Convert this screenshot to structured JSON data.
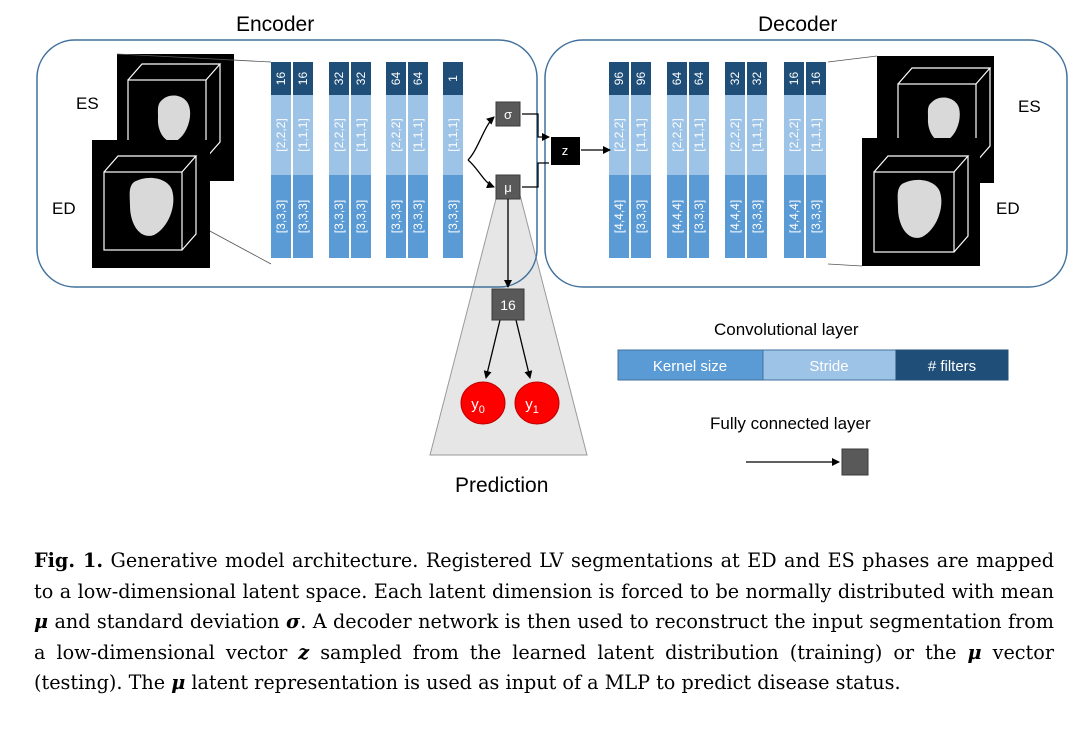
{
  "encoder": {
    "title": "Encoder",
    "input_labels": [
      "ES",
      "ED"
    ],
    "blocks": [
      {
        "filters": [
          "16",
          "16"
        ],
        "strides": [
          "[2,2,2]",
          "[1,1,1]"
        ],
        "kernels": [
          "[3,3,3]",
          "[3,3,3]"
        ]
      },
      {
        "filters": [
          "32",
          "32"
        ],
        "strides": [
          "[2,2,2]",
          "[1,1,1]"
        ],
        "kernels": [
          "[3,3,3]",
          "[3,3,3]"
        ]
      },
      {
        "filters": [
          "64",
          "64"
        ],
        "strides": [
          "[2,2,2]",
          "[1,1,1]"
        ],
        "kernels": [
          "[3,3,3]",
          "[3,3,3]"
        ]
      },
      {
        "filters": [
          "1"
        ],
        "strides": [
          "[1,1,1]"
        ],
        "kernels": [
          "[3,3,3]"
        ]
      }
    ]
  },
  "decoder": {
    "title": "Decoder",
    "output_labels": [
      "ES",
      "ED"
    ],
    "blocks": [
      {
        "filters": [
          "96",
          "96"
        ],
        "strides": [
          "[2,2,2]",
          "[1,1,1]"
        ],
        "kernels": [
          "[4,4,4]",
          "[3,3,3]"
        ]
      },
      {
        "filters": [
          "64",
          "64"
        ],
        "strides": [
          "[2,2,2]",
          "[1,1,1]"
        ],
        "kernels": [
          "[4,4,4]",
          "[3,3,3]"
        ]
      },
      {
        "filters": [
          "32",
          "32"
        ],
        "strides": [
          "[2,2,2]",
          "[1,1,1]"
        ],
        "kernels": [
          "[4,4,4]",
          "[3,3,3]"
        ]
      },
      {
        "filters": [
          "16",
          "16"
        ],
        "strides": [
          "[2,2,2]",
          "[1,1,1]"
        ],
        "kernels": [
          "[4,4,4]",
          "[3,3,3]"
        ]
      }
    ]
  },
  "latent": {
    "sigma": "σ",
    "mu": "μ",
    "z": "z"
  },
  "prediction": {
    "title": "Prediction",
    "hidden": "16",
    "outputs": [
      {
        "base": "y",
        "sub": "0"
      },
      {
        "base": "y",
        "sub": "1"
      }
    ]
  },
  "legend": {
    "conv_title": "Convolutional layer",
    "kernel_label": "Kernel size",
    "stride_label": "Stride",
    "filters_label": "# filters",
    "fc_title": "Fully connected layer"
  },
  "colors": {
    "kernel": "#5b9bd5",
    "stride": "#9dc3e6",
    "filters": "#1f4e79",
    "fc_node": "#595959",
    "output_node": "#ff0000",
    "panel_border": "#41719c",
    "prediction_fill": "#e7e6e6"
  },
  "caption": {
    "fig_label": "Fig. 1.",
    "text_1": " Generative model architecture. Registered LV segmentations at ED and ES phases are mapped to a low-dimensional latent space. Each latent dimension is forced to be normally distributed with mean ",
    "mu_1": "μ",
    "text_2": " and standard deviation ",
    "sigma": "σ",
    "text_3": ". A decoder network is then used to reconstruct the input segmentation from a low-dimensional vector ",
    "z": "z",
    "text_4": " sampled from the learned latent distribution (training) or the ",
    "mu_2": "μ",
    "text_5": " vector (testing). The ",
    "mu_3": "μ",
    "text_6": " latent representation is used as input of a MLP to predict disease status."
  }
}
